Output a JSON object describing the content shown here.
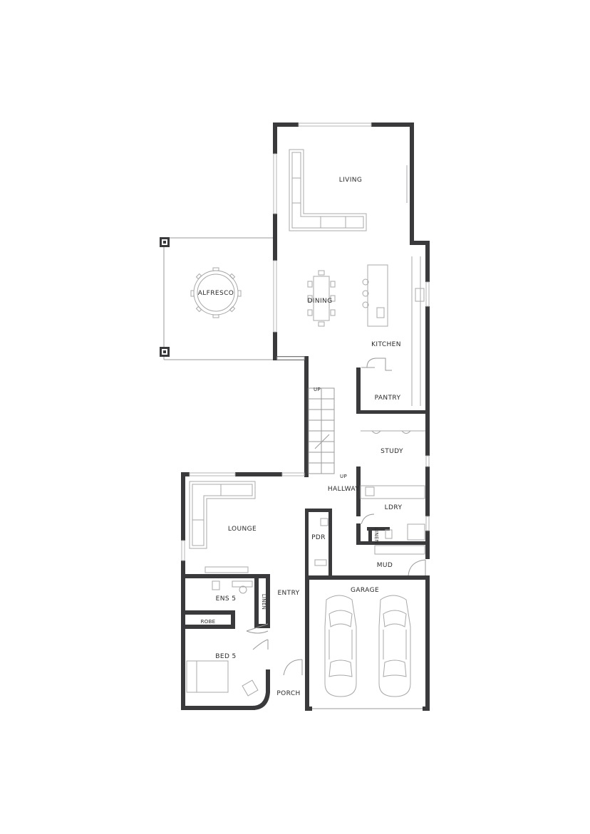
{
  "plan": {
    "rooms": {
      "living": "LIVING",
      "alfresco": "ALFRESCO",
      "dining": "DINING",
      "kitchen": "KITCHEN",
      "pantry": "PANTRY",
      "study": "STUDY",
      "hallway": "HALLWAY",
      "ldry": "LDRY",
      "lounge": "LOUNGE",
      "pdr": "PDR",
      "mud": "MUD",
      "garage": "GARAGE",
      "ens5": "ENS 5",
      "entry": "ENTRY",
      "linen1": "LINEN",
      "linen2": "LINEN",
      "robe": "ROBE",
      "bed5": "BED 5",
      "porch": "PORCH"
    },
    "stairs": {
      "up_top": "UP",
      "up_hall": "UP"
    }
  }
}
